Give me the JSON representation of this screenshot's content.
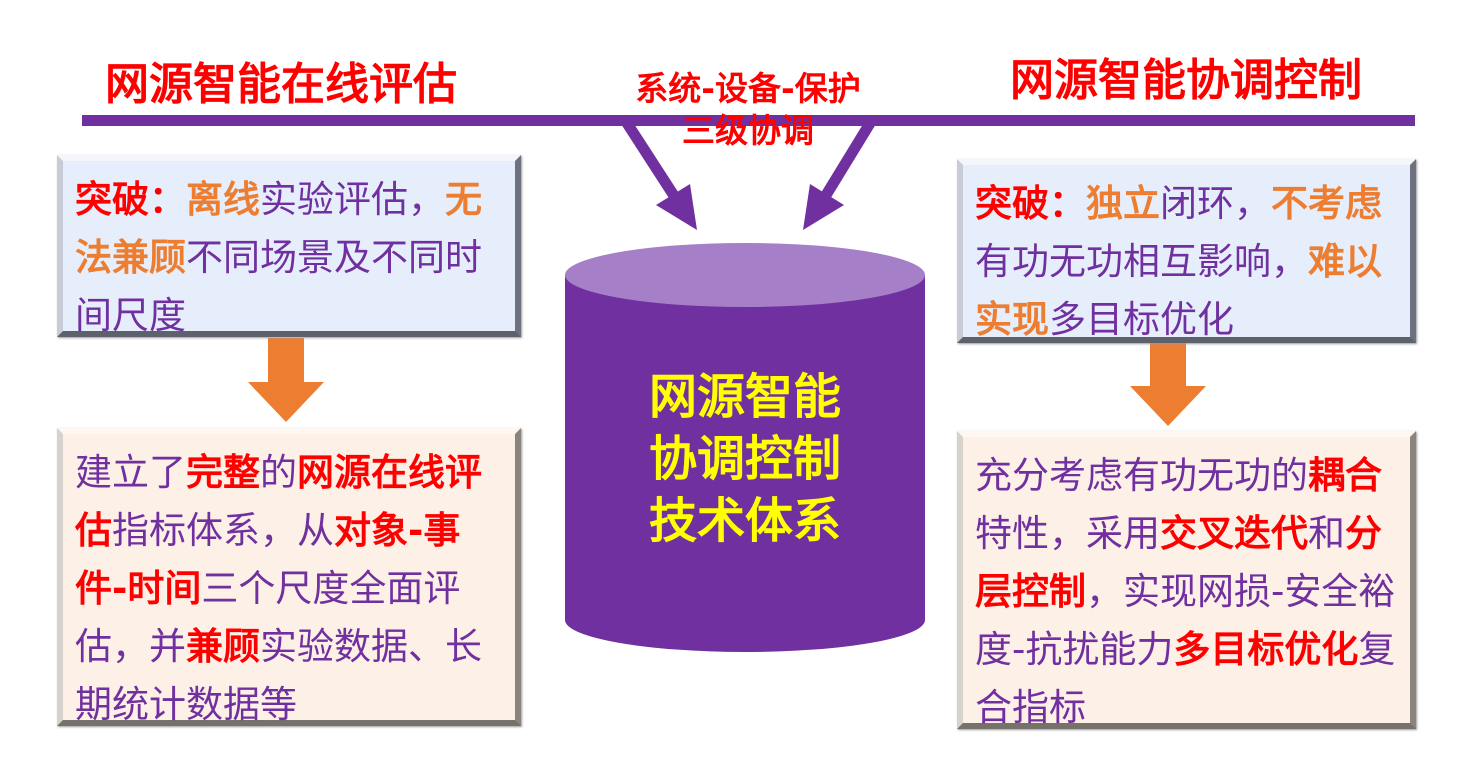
{
  "header": {
    "left_title": "网源智能在线评估",
    "right_title": "网源智能协调控制",
    "center_line1": "系统-设备-保护",
    "center_line2": "三级协调"
  },
  "center": {
    "lines": [
      "网源智能",
      "协调控制",
      "技术体系"
    ]
  },
  "left_top": {
    "segments": [
      {
        "t": "突破：",
        "s": "r"
      },
      {
        "t": "离线",
        "s": "o"
      },
      {
        "t": "实验评估，",
        "s": "n"
      },
      {
        "t": "无法兼顾",
        "s": "o"
      },
      {
        "t": "不同场景及不同时间尺度",
        "s": "n"
      }
    ]
  },
  "left_bottom": {
    "segments": [
      {
        "t": "建立了",
        "s": "n"
      },
      {
        "t": "完整",
        "s": "r"
      },
      {
        "t": "的",
        "s": "n"
      },
      {
        "t": "网源在线评估",
        "s": "r"
      },
      {
        "t": "指标体系，从",
        "s": "n"
      },
      {
        "t": "对象-事件-时间",
        "s": "r"
      },
      {
        "t": "三个尺度全面评估，并",
        "s": "n"
      },
      {
        "t": "兼顾",
        "s": "r"
      },
      {
        "t": "实验数据、长期统计数据等",
        "s": "n"
      }
    ]
  },
  "right_top": {
    "segments": [
      {
        "t": "突破：",
        "s": "r"
      },
      {
        "t": "独立",
        "s": "o"
      },
      {
        "t": "闭环，",
        "s": "n"
      },
      {
        "t": "不考虑",
        "s": "o"
      },
      {
        "t": "有功无功相互影响，",
        "s": "n"
      },
      {
        "t": "难以实现",
        "s": "o"
      },
      {
        "t": "多目标优化",
        "s": "n"
      }
    ]
  },
  "right_bottom": {
    "segments": [
      {
        "t": "充分考虑有功无功的",
        "s": "n"
      },
      {
        "t": "耦合",
        "s": "r"
      },
      {
        "t": "特性，采用",
        "s": "n"
      },
      {
        "t": "交叉迭代",
        "s": "r"
      },
      {
        "t": "和",
        "s": "n"
      },
      {
        "t": "分层控制",
        "s": "r"
      },
      {
        "t": "，实现网损-安全裕度-抗扰能力",
        "s": "n"
      },
      {
        "t": "多目标优化",
        "s": "r"
      },
      {
        "t": "复合指标",
        "s": "n"
      }
    ]
  },
  "colors": {
    "purple": "#7030A0",
    "cylinder_top": "#A580C8",
    "red": "#FF0000",
    "orange": "#ED7D31",
    "yellow": "#FFFF00"
  }
}
